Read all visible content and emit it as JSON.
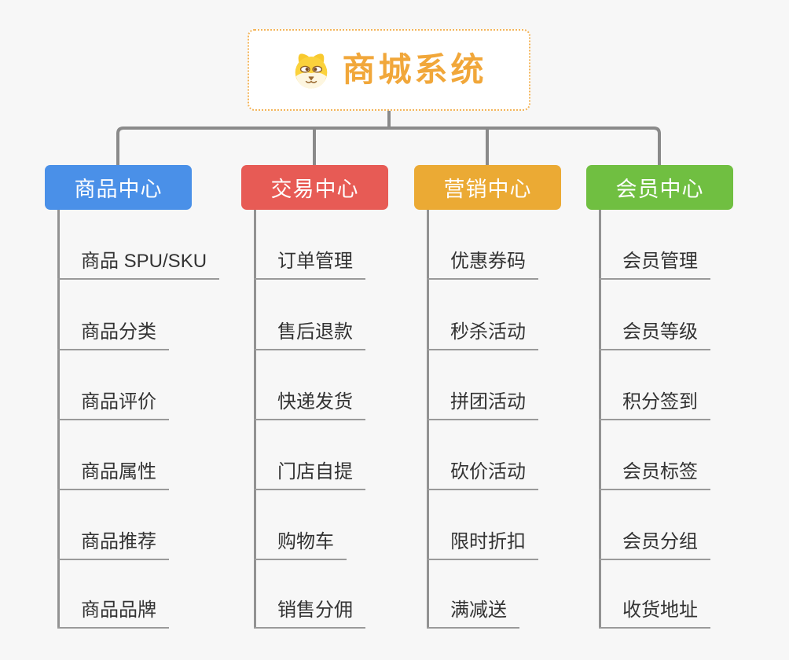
{
  "page": {
    "background_color": "#f7f7f7",
    "connector_color": "#8a8a8a"
  },
  "root": {
    "title": "商城系统",
    "icon": "dog-face-icon",
    "title_color": "#f1a73a",
    "border_color": "#f3b45a"
  },
  "branches": [
    {
      "label": "商品中心",
      "color": "#4a90e8",
      "children": [
        "商品 SPU/SKU",
        "商品分类",
        "商品评价",
        "商品属性",
        "商品推荐",
        "商品品牌"
      ]
    },
    {
      "label": "交易中心",
      "color": "#e75b55",
      "children": [
        "订单管理",
        "售后退款",
        "快递发货",
        "门店自提",
        "购物车",
        "销售分佣"
      ]
    },
    {
      "label": "营销中心",
      "color": "#ebaa34",
      "children": [
        "优惠券码",
        "秒杀活动",
        "拼团活动",
        "砍价活动",
        "限时折扣",
        "满减送"
      ]
    },
    {
      "label": "会员中心",
      "color": "#70bf41",
      "children": [
        "会员管理",
        "会员等级",
        "积分签到",
        "会员标签",
        "会员分组",
        "收货地址"
      ]
    }
  ]
}
